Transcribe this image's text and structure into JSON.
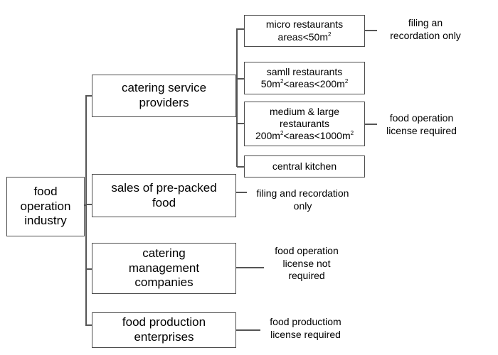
{
  "root": {
    "line1": "food",
    "line2": "operation",
    "line3": "industry"
  },
  "categories": {
    "catering": {
      "line1": "catering service",
      "line2": "providers"
    },
    "prepacked": {
      "line1": "sales of pre-packed",
      "line2": "food"
    },
    "management": {
      "line1": "catering",
      "line2": "management",
      "line3": "companies"
    },
    "production": {
      "line1": "food production",
      "line2": "enterprises"
    }
  },
  "restaurants": {
    "micro": {
      "line1": "micro restaurants",
      "line2_pre": "areas<50m",
      "line2_sup": "2"
    },
    "small": {
      "line1": "samll restaurants",
      "line2_a": "50m",
      "line2_sup1": "2",
      "line2_b": "<areas<200m",
      "line2_sup2": "2"
    },
    "medium": {
      "line1": "medium & large",
      "line2": "restaurants",
      "line3_a": "200m",
      "line3_sup1": "2",
      "line3_b": "<areas<1000m",
      "line3_sup2": "2"
    },
    "central": {
      "line1": "central kitchen"
    }
  },
  "notes": {
    "micro": {
      "line1": "filing an",
      "line2": "recordation only"
    },
    "license": {
      "line1": "food operation",
      "line2": "license required"
    },
    "prepacked": {
      "line1": "filing and recordation",
      "line2": "only"
    },
    "management": {
      "line1": "food operation",
      "line2": "license not",
      "line3": "required"
    },
    "production": {
      "line1": "food productiom",
      "line2": "license required"
    }
  }
}
